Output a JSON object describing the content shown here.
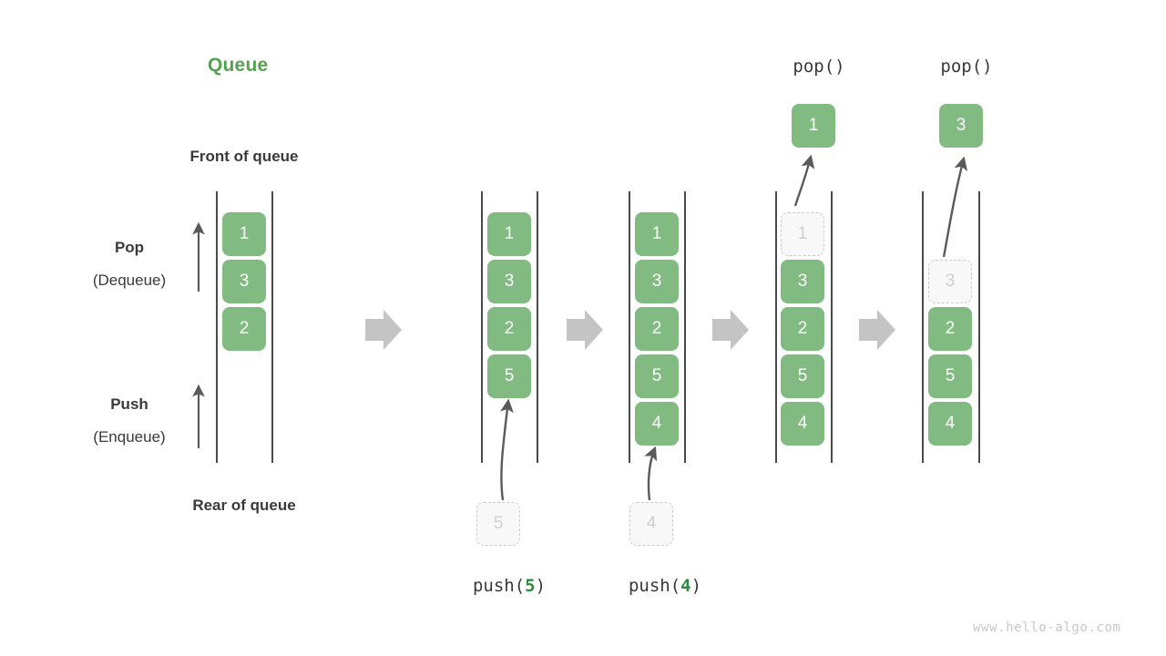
{
  "diagram": {
    "title": "Queue",
    "watermark": "www.hello-algo.com",
    "labels": {
      "front_of_queue": "Front of queue",
      "rear_of_queue": "Rear of queue",
      "pop": "Pop",
      "pop_alt": "(Dequeue)",
      "push": "Push",
      "push_alt": "(Enqueue)"
    },
    "colors": {
      "title_green": "#53a24f",
      "node_green": "#82bb82",
      "node_text": "#ffffff",
      "ghost_fill": "#f8f8f8",
      "ghost_border": "#cccccc",
      "ghost_text": "#cfcfcf",
      "rail": "#4a4a4a",
      "arrow": "#5a5a5a",
      "separator": "#c4c4c4",
      "text_dark": "#3a3a3a",
      "watermark": "#c8c8c8"
    },
    "stages": [
      {
        "id": "initial",
        "caption": "",
        "items": [
          "1",
          "3",
          "2"
        ],
        "ghost_top": null,
        "ghost_bottom": null,
        "popped": null
      },
      {
        "id": "push-5",
        "caption_prefix": "push(",
        "caption_arg": "5",
        "caption_suffix": ")",
        "items": [
          "1",
          "3",
          "2",
          "5"
        ],
        "ghost_top": null,
        "ghost_bottom": "5",
        "popped": null
      },
      {
        "id": "push-4",
        "caption_prefix": "push(",
        "caption_arg": "4",
        "caption_suffix": ")",
        "items": [
          "1",
          "3",
          "2",
          "5",
          "4"
        ],
        "ghost_top": null,
        "ghost_bottom": "4",
        "popped": null
      },
      {
        "id": "pop-1",
        "caption": "pop()",
        "items": [
          "3",
          "2",
          "5",
          "4"
        ],
        "ghost_top": "1",
        "ghost_bottom": null,
        "popped": "1"
      },
      {
        "id": "pop-3",
        "caption": "pop()",
        "items": [
          "2",
          "5",
          "4"
        ],
        "ghost_top": "3",
        "ghost_bottom": null,
        "popped": "3"
      }
    ],
    "separators": 4
  }
}
